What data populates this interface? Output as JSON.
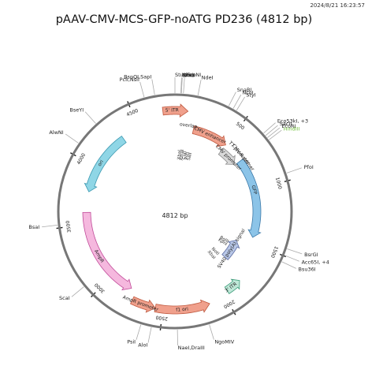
{
  "header": {
    "timestamp": "2024/8/21 16:23:57",
    "title": "pAAV-CMV-MCS-GFP-noATG PD236 (4812 bp)"
  },
  "plasmid": {
    "length_bp": 4812,
    "center_label": "4812 bp",
    "tick_labels": [
      "500",
      "1000",
      "1500",
      "2000",
      "2500",
      "3000",
      "3500",
      "4000",
      "4500"
    ],
    "sites": [
      {
        "label": "StuI,EcoNI",
        "bp": 0,
        "color": "#222222"
      },
      {
        "label": "NheI",
        "bp": 38,
        "color": "#222222"
      },
      {
        "label": "BmtI",
        "bp": 42,
        "color": "#222222"
      },
      {
        "label": "MluI",
        "bp": 55,
        "color": "#222222"
      },
      {
        "label": "NdeI",
        "bp": 150,
        "color": "#222222"
      },
      {
        "label": "SnaBI",
        "bp": 362,
        "color": "#222222"
      },
      {
        "label": "NcoI",
        "bp": 395,
        "color": "#222222"
      },
      {
        "label": "StyI",
        "bp": 420,
        "color": "#222222"
      },
      {
        "label": "Eco53kI, +3",
        "bp": 650,
        "color": "#222222"
      },
      {
        "label": "SacII",
        "bp": 670,
        "color": "#222222"
      },
      {
        "label": "EcoRI",
        "bp": 688,
        "color": "#222222"
      },
      {
        "label": "HindIII",
        "bp": 705,
        "color": "#6fbf3a"
      },
      {
        "label": "PfoI",
        "bp": 950,
        "color": "#222222"
      },
      {
        "label": "BsrGI",
        "bp": 1450,
        "color": "#222222"
      },
      {
        "label": "Acc65I, +4",
        "bp": 1495,
        "color": "#222222"
      },
      {
        "label": "Bsu36I",
        "bp": 1540,
        "color": "#222222"
      },
      {
        "label": "NgoMIV",
        "bp": 2180,
        "color": "#222222"
      },
      {
        "label": "NaeI,DraIII",
        "bp": 2390,
        "color": "#222222"
      },
      {
        "label": "AloI",
        "bp": 2560,
        "color": "#222222"
      },
      {
        "label": "PsiI",
        "bp": 2630,
        "color": "#222222"
      },
      {
        "label": "ScaI",
        "bp": 3080,
        "color": "#222222"
      },
      {
        "label": "BsaI",
        "bp": 3520,
        "color": "#222222"
      },
      {
        "label": "AlwNI",
        "bp": 4080,
        "color": "#222222"
      },
      {
        "label": "BseYI",
        "bp": 4250,
        "color": "#222222"
      },
      {
        "label": "PciI,NsiI",
        "bp": 4610,
        "color": "#222222"
      },
      {
        "label": "BspQI,SapI",
        "bp": 4680,
        "color": "#222222"
      }
    ],
    "features": [
      {
        "label": "5' ITR",
        "start": 4720,
        "end": 100,
        "radius": 128,
        "color": "#f0a08c",
        "stroke": "#c05a40",
        "forward": true
      },
      {
        "label": "CMV enhancer",
        "start": 170,
        "end": 500,
        "radius": 106,
        "color": "#f0a08c",
        "stroke": "#c05a40",
        "forward": true
      },
      {
        "label": "CMV promoter",
        "start": 500,
        "end": 690,
        "radius": 96,
        "color": "#d9d9d9",
        "stroke": "#888888",
        "forward": true
      },
      {
        "label": "GFP",
        "start": 700,
        "end": 1450,
        "radius": 104,
        "color": "#8cc4e8",
        "stroke": "#3a78a8",
        "forward": true
      },
      {
        "label": "SV40 poly(A) signal",
        "start": 1540,
        "end": 1770,
        "radius": 86,
        "color": "#b9c8e8",
        "stroke": "#5a6aa0",
        "forward": false
      },
      {
        "label": "3' ITR",
        "start": 1830,
        "end": 1960,
        "radius": 120,
        "color": "#bfe8d8",
        "stroke": "#3a9a78",
        "forward": false
      },
      {
        "label": "f1 ori",
        "start": 2130,
        "end": 2560,
        "radius": 125,
        "color": "#f0a08c",
        "stroke": "#c05a40",
        "forward": false
      },
      {
        "label": "AmpR promoter",
        "start": 2560,
        "end": 2750,
        "radius": 125,
        "color": "#f0a08c",
        "stroke": "#c05a40",
        "forward": false
      },
      {
        "label": "AmpR",
        "start": 2800,
        "end": 3600,
        "radius": 112,
        "color": "#f5b8de",
        "stroke": "#c04a98",
        "forward": false
      },
      {
        "label": "ori",
        "start": 3780,
        "end": 4340,
        "radius": 112,
        "color": "#8fd6e6",
        "stroke": "#3a98b0",
        "forward": false
      }
    ],
    "feature_text": [
      {
        "label": "5' ITR",
        "bp": 4790
      },
      {
        "label": "overlap",
        "bp": 120
      },
      {
        "label": "CMV enhancer",
        "bp": 330
      },
      {
        "label": "CMV promoter",
        "bp": 600
      },
      {
        "label": "T7 promoter",
        "bp": 640
      },
      {
        "label": "CMV-R primer",
        "bp": 690
      },
      {
        "label": "GFP",
        "bp": 1000
      },
      {
        "label": "SV40 poly(A) signal",
        "bp": 1650
      },
      {
        "label": "3' ITR",
        "bp": 1920
      },
      {
        "label": "f1 ori",
        "bp": 2350
      },
      {
        "label": "AmpR promoter",
        "bp": 2680
      },
      {
        "label": "AmpR",
        "bp": 3200
      },
      {
        "label": "ori",
        "bp": 4050
      }
    ],
    "inner_labels": [
      {
        "label": "XbaI",
        "bp": 60
      },
      {
        "label": "XmaI",
        "bp": 95
      },
      {
        "label": "ClaI",
        "bp": 130
      },
      {
        "label": "PstI",
        "bp": 165
      },
      {
        "label": "SalI",
        "bp": 200
      },
      {
        "label": "BglII",
        "bp": 1600
      },
      {
        "label": "KpnI",
        "bp": 1640
      },
      {
        "label": "NotI",
        "bp": 1800
      },
      {
        "label": "XbaI",
        "bp": 1870
      }
    ]
  }
}
